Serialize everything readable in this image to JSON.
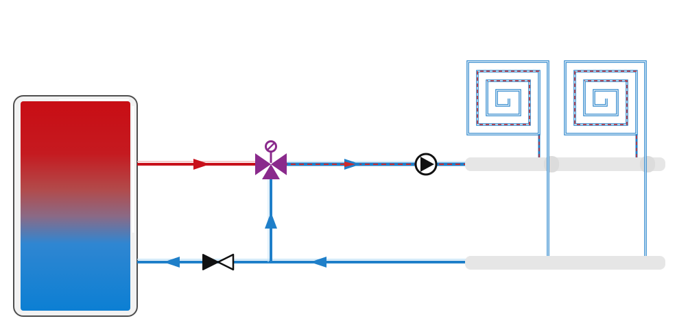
{
  "colors": {
    "hot": "#c8101a",
    "cold": "#1f7fc9",
    "manifold": "#e6e6e6",
    "valve_accent": "#8a2a8c",
    "tank_frame": "#555555",
    "ink": "#111111"
  },
  "components": {
    "storage_tank": "storage-tank",
    "mixing_valve": "three-way-mixing-valve",
    "circulation_pump": "circulation-pump",
    "check_valve": "shut-off-valve",
    "supply_manifold": "supply-manifold",
    "return_manifold": "return-manifold",
    "heating_loops": 2
  },
  "flow": {
    "supply_direction": "right",
    "return_direction": "left",
    "bypass_direction": "up"
  }
}
